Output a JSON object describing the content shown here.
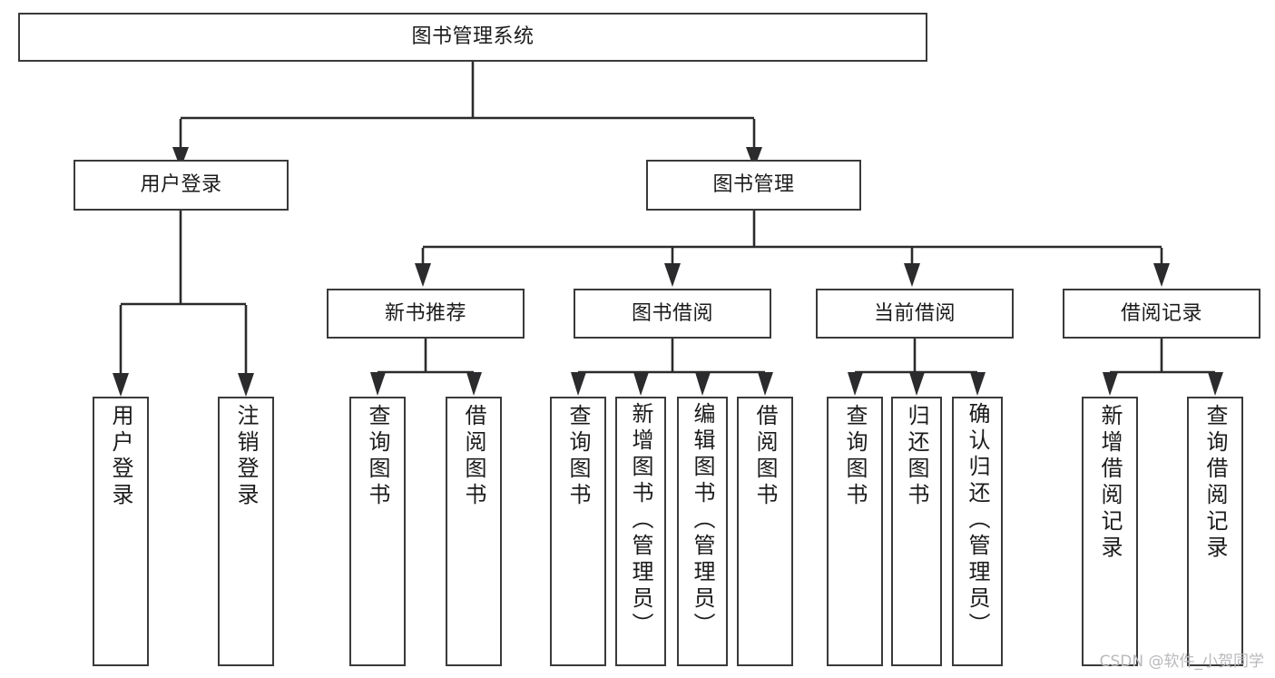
{
  "diagram": {
    "title": "图书管理系统",
    "type": "tree-hierarchy-diagram",
    "colors": {
      "background": "#ffffff",
      "box_border": "#3a3a3c",
      "box_fill": "#ffffff",
      "connector": "#2b2b2d",
      "text": "#1b1b1b",
      "watermark": "#b9b9bd"
    },
    "root": {
      "label": "图书管理系统"
    },
    "level2": [
      {
        "id": "user-login",
        "label": "用户登录"
      },
      {
        "id": "book-management",
        "label": "图书管理"
      }
    ],
    "level3": [
      {
        "id": "new-book-recommend",
        "label": "新书推荐"
      },
      {
        "id": "book-borrow",
        "label": "图书借阅"
      },
      {
        "id": "current-borrow",
        "label": "当前借阅"
      },
      {
        "id": "borrow-record",
        "label": "借阅记录"
      }
    ],
    "leaves": {
      "user_login": [
        {
          "id": "leaf-user-login",
          "label": "用户登录"
        },
        {
          "id": "leaf-logout-login",
          "label": "注销登录"
        }
      ],
      "new_book_recommend": [
        {
          "id": "leaf-query-book-1",
          "label": "查询图书"
        },
        {
          "id": "leaf-borrow-book-1",
          "label": "借阅图书"
        }
      ],
      "book_borrow": [
        {
          "id": "leaf-query-book-2",
          "label": "查询图书"
        },
        {
          "id": "leaf-add-book",
          "label": "新增图书（管理员）"
        },
        {
          "id": "leaf-edit-book",
          "label": "编辑图书（管理员）"
        },
        {
          "id": "leaf-borrow-book-2",
          "label": "借阅图书"
        }
      ],
      "current_borrow": [
        {
          "id": "leaf-query-book-3",
          "label": "查询图书"
        },
        {
          "id": "leaf-return-book",
          "label": "归还图书"
        },
        {
          "id": "leaf-confirm-return",
          "label": "确认归还（管理员）"
        }
      ],
      "borrow_record": [
        {
          "id": "leaf-add-record",
          "label": "新增借阅记录"
        },
        {
          "id": "leaf-query-record",
          "label": "查询借阅记录"
        }
      ]
    }
  },
  "watermark": {
    "text": "CSDN @软件_小贺同学"
  }
}
